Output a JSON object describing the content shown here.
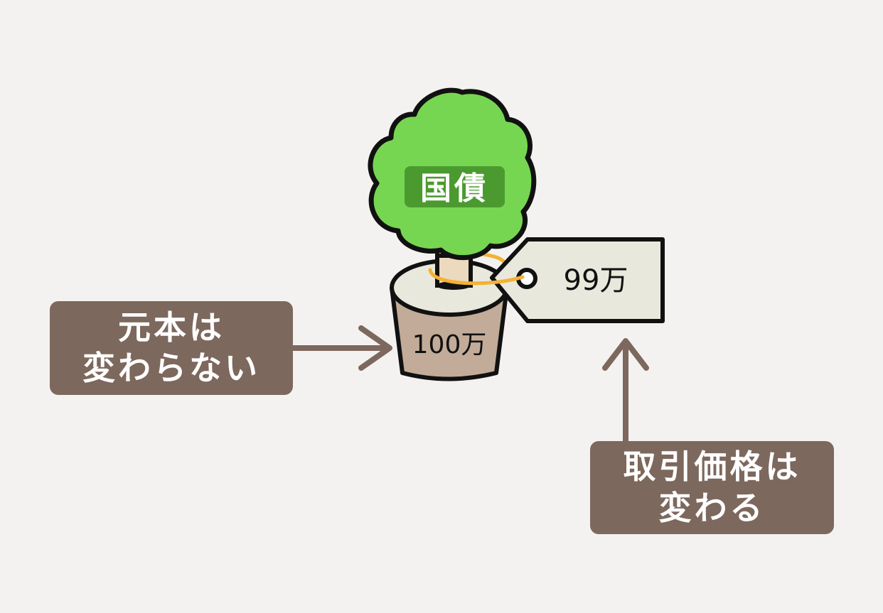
{
  "diagram": {
    "tree_label": "国債",
    "pot_value": "100万",
    "tag_value": "99万",
    "principal_label": {
      "line1": "元本は",
      "line2": "変わらない"
    },
    "price_label": {
      "line1": "取引価格は",
      "line2": "変わる"
    }
  },
  "colors": {
    "background": "#f3f2f0",
    "foliage": "#77d651",
    "label_box": "#7d685d",
    "pot": "#c2ab98",
    "tag": "#e9e8dc",
    "string": "#f2b234",
    "arrow": "#7d685d"
  },
  "icons": {
    "tree": "potted-tree-icon",
    "price_tag": "price-tag-icon"
  }
}
